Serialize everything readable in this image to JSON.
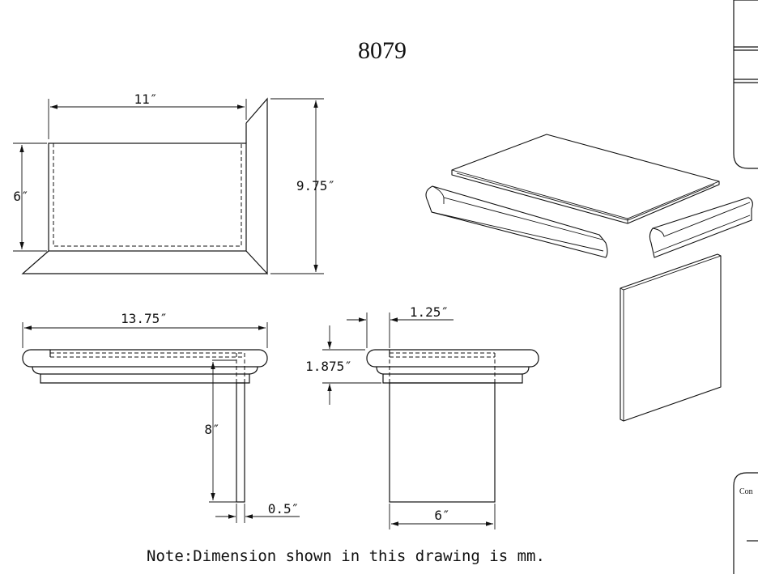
{
  "title": "8079",
  "note": "Note:Dimension shown in this drawing is mm.",
  "side_panel_fragment": "Con",
  "dimensions": {
    "top_width": "11″",
    "top_height": "6″",
    "overall_height": "9.75″",
    "front_width": "13.75″",
    "leg_height": "8″",
    "panel_thickness": "0.5″",
    "lip_width": "1.25″",
    "shelf_thickness": "1.875″",
    "side_width": "6″"
  }
}
